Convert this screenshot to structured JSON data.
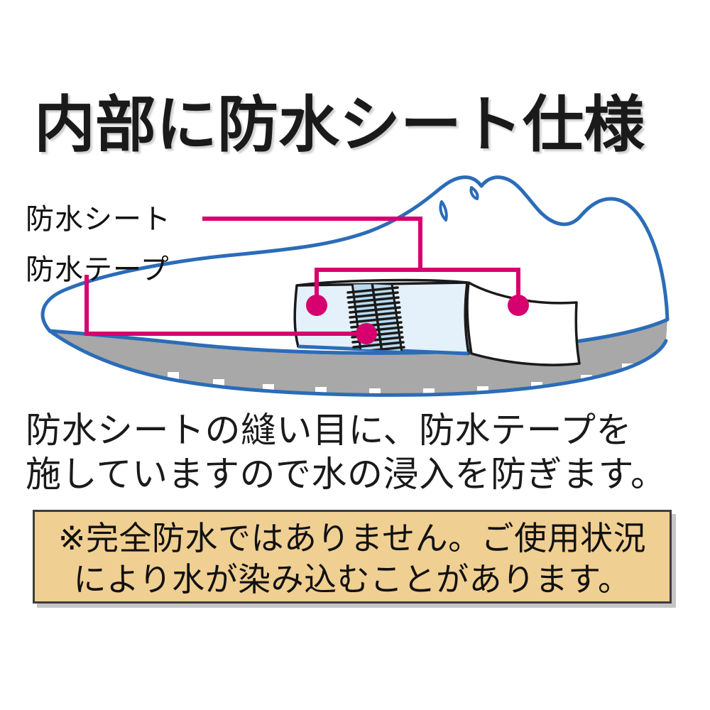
{
  "title": "内部に防水シート仕様",
  "callouts": [
    {
      "id": "sheet",
      "label": "防水シート"
    },
    {
      "id": "tape",
      "label": "防水テープ"
    }
  ],
  "body": {
    "line1": "防水シートの縫い目に、防水テープを",
    "line2": "施していますので水の浸入を防ぎます。"
  },
  "notice": {
    "line1": "※完全防水ではありません。ご使用状況",
    "line2": "により水が染み込むことがあります。"
  },
  "colors": {
    "title_text": "#1a1a1a",
    "callout_line": "#d6006e",
    "shoe_outline": "#2b6cb8",
    "sole_fill": "#a8a8a8",
    "sheet_fill": "#e4f0fa",
    "tape_fill": "#b8daf0",
    "stitch_line": "#1a1a1a",
    "notice_bg": "#f0cf92",
    "notice_border": "#3d3d3d",
    "page_bg": "#ffffff"
  },
  "illustration": {
    "subject": "cutaway side view of a waterproof sneaker",
    "parts": [
      "shoe-upper-outline",
      "outsole",
      "waterproof-sheet-panel",
      "waterproof-tape-strip",
      "seam-stitching",
      "peeled-back-flap"
    ],
    "stitch_count": 14
  }
}
